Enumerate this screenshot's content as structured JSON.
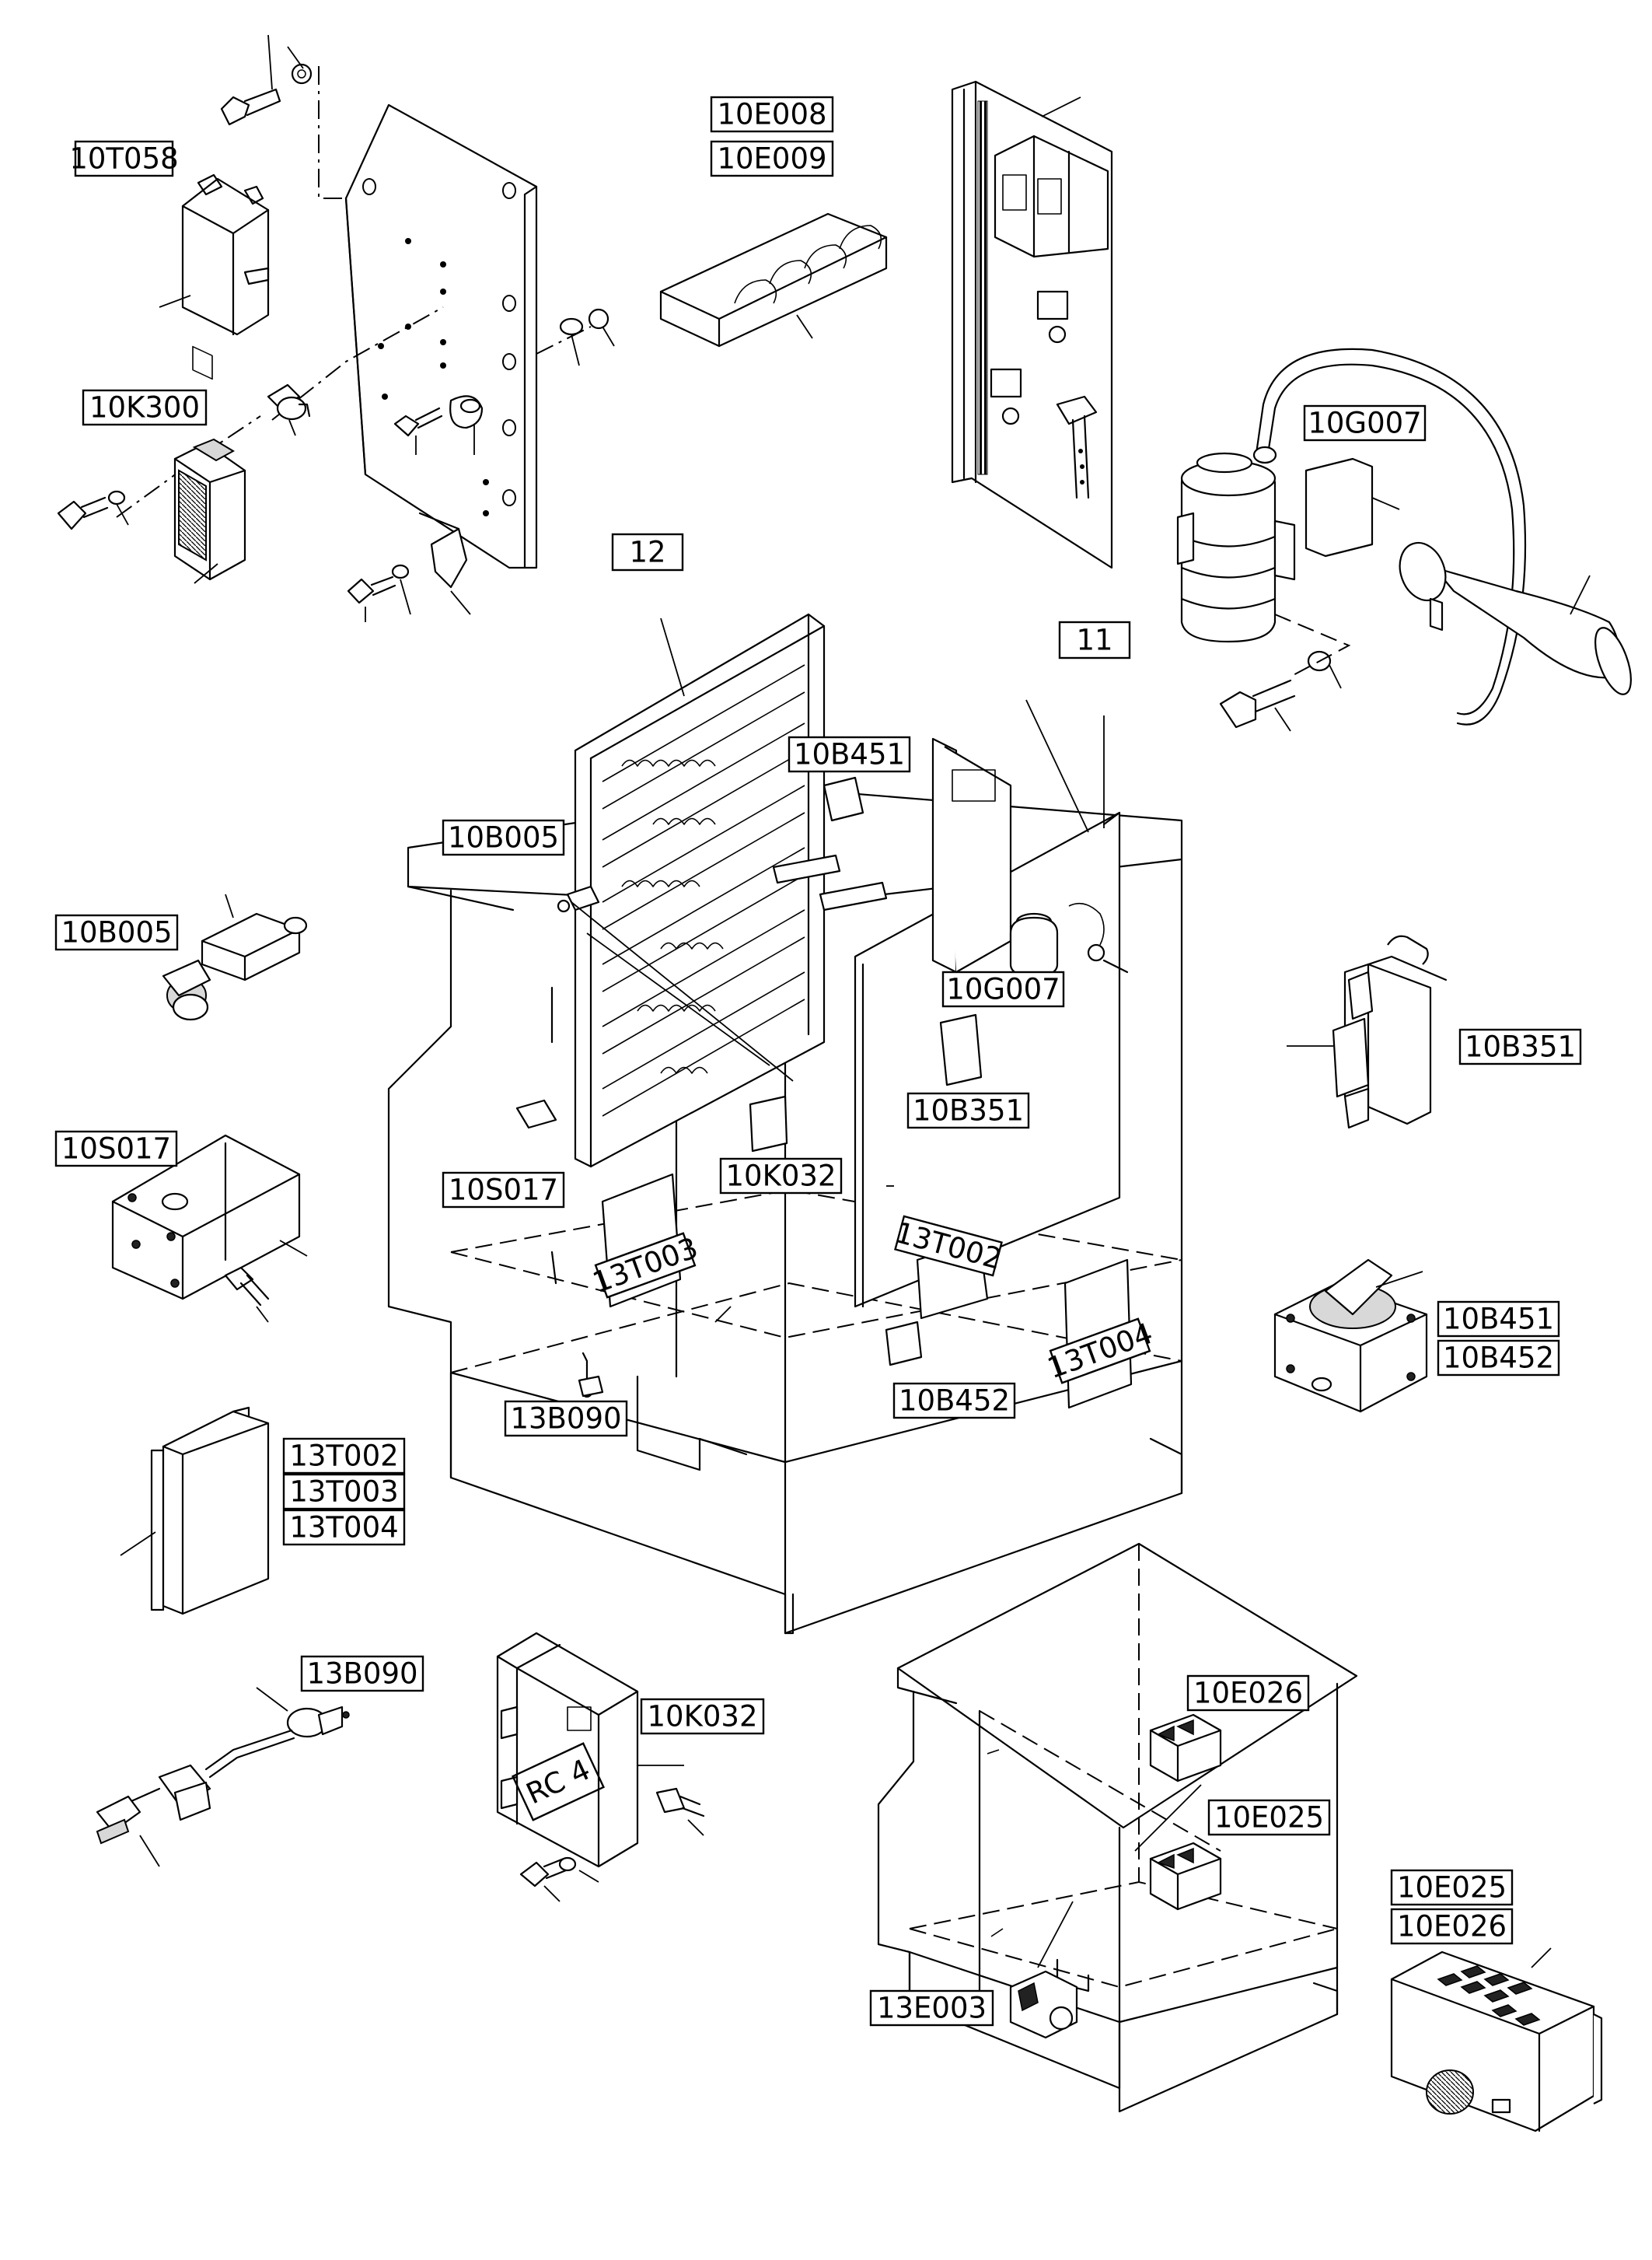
{
  "diagram": {
    "labels": [
      {
        "id": "l01",
        "text": "10T058"
      },
      {
        "id": "l02",
        "text": "10K300"
      },
      {
        "id": "l03",
        "text": "10E008"
      },
      {
        "id": "l04",
        "text": "10E009"
      },
      {
        "id": "l05",
        "text": "10G007"
      },
      {
        "id": "l06",
        "text": "12"
      },
      {
        "id": "l07",
        "text": "11"
      },
      {
        "id": "l08",
        "text": "10B451"
      },
      {
        "id": "l09",
        "text": "10B005"
      },
      {
        "id": "l10",
        "text": "10B005"
      },
      {
        "id": "l11",
        "text": "10G007"
      },
      {
        "id": "l12",
        "text": "10B351"
      },
      {
        "id": "l13",
        "text": "10B351"
      },
      {
        "id": "l14",
        "text": "10S017"
      },
      {
        "id": "l15",
        "text": "10S017"
      },
      {
        "id": "l16",
        "text": "10K032"
      },
      {
        "id": "l17",
        "text": "13T003"
      },
      {
        "id": "l18",
        "text": "13T002"
      },
      {
        "id": "l19",
        "text": "13T004"
      },
      {
        "id": "l20",
        "text": "10B451"
      },
      {
        "id": "l21",
        "text": "10B452"
      },
      {
        "id": "l22",
        "text": "10B452"
      },
      {
        "id": "l23",
        "text": "13B090"
      },
      {
        "id": "l24",
        "text": "13T002"
      },
      {
        "id": "l25",
        "text": "13T003"
      },
      {
        "id": "l26",
        "text": "13T004"
      },
      {
        "id": "l27",
        "text": "13B090"
      },
      {
        "id": "l28",
        "text": "10K032"
      },
      {
        "id": "l29",
        "text": "10E026"
      },
      {
        "id": "l30",
        "text": "10E025"
      },
      {
        "id": "l31",
        "text": "10E025"
      },
      {
        "id": "l32",
        "text": "10E026"
      },
      {
        "id": "l33",
        "text": "13E003"
      },
      {
        "id": "l34",
        "text": "RC 4"
      }
    ]
  }
}
